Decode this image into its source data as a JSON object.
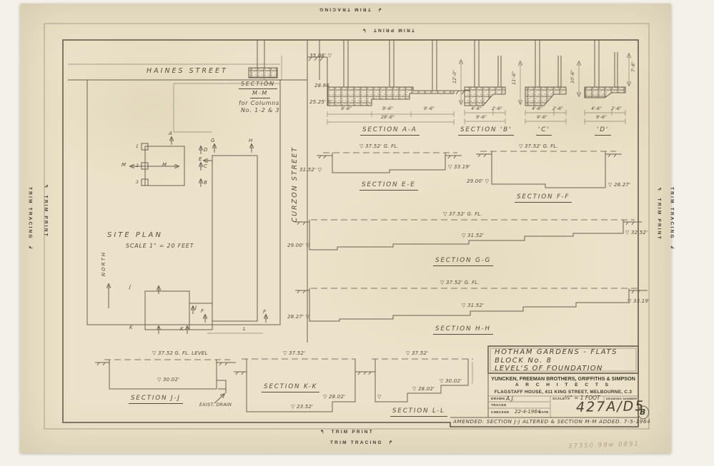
{
  "trim": {
    "tracing": "TRIM TRACING",
    "print": "TRIM PRINT"
  },
  "icons": {
    "arrow_hook_left": "↰",
    "arrow_hook_right": "↱",
    "arrow_hook_down": "↲",
    "arrow_hook_up": "↳"
  },
  "site_plan": {
    "haines_street": "HAINES STREET",
    "curzon_street": "CURZON STREET",
    "title": "SITE PLAN",
    "scale": "SCALE 1\" = 20 FEET",
    "north": "NORTH",
    "section_mm": {
      "l1": "SECTION",
      "l2": "M-M",
      "l3": "for Columns",
      "l4": "No. 1-2 & 3"
    },
    "markers": {
      "a": "A",
      "b": "B",
      "c": "C",
      "d": "D",
      "e": "E",
      "f": "F",
      "g": "G",
      "h": "H",
      "j": "J",
      "k": "K",
      "l": "L",
      "m": "M",
      "c1": "1",
      "c2": "2",
      "c3": "3"
    }
  },
  "sections": {
    "aa": {
      "label": "SECTION A-A",
      "level_top": "35.08' ▽",
      "level_mid": "28.66",
      "level_bot": "25.25' ▽",
      "dim1": "9'-6\"",
      "dim2": "9'-6\"",
      "dim3": "9'-6\"",
      "total": "28'-6\""
    },
    "b": {
      "label": "SECTION 'B'",
      "vdim": "12'-0\"",
      "dim1": "4'-6\"",
      "dim2": "2'-6\"",
      "total": "9'-6\""
    },
    "c": {
      "label": "'C'",
      "vdim": "11'-6\"",
      "dim1": "4'-6\"",
      "dim2": "2'-6\"",
      "total": "9'-6\""
    },
    "d": {
      "label": "'D'",
      "vdim": "10'-6\"",
      "vdim2": "7'-6\"",
      "dim1": "4'-6\"",
      "dim2": "2'-6\"",
      "total": "9'-6\""
    },
    "ee": {
      "label": "SECTION E-E",
      "gfl": "▽ 37.52' G. FL.",
      "left": "31.52' ▽",
      "right": "▽ 33.19'"
    },
    "ff": {
      "label": "SECTION F-F",
      "gfl": "▽ 37.52' G. FL.",
      "left": "29.00' ▽",
      "right": "▽ 28.27'"
    },
    "gg": {
      "label": "SECTION G-G",
      "gfl": "▽ 37.52' G. FL.",
      "mid": "▽ 31.52'",
      "left": "29.00' ▽",
      "right": "▽ 32.52'"
    },
    "hh": {
      "label": "SECTION H-H",
      "gfl": "▽ 37.52' G. FL.",
      "mid": "▽ 31.52'",
      "left": "28.27' ▽",
      "right": "▽ 33.19'"
    },
    "jj": {
      "label": "SECTION J-J",
      "gfl": "▽ 37.52 G. FL. LEVEL",
      "mid": "▽ 30.02'",
      "drain": "EXIST. DRAIN"
    },
    "kk": {
      "label": "SECTION K-K",
      "gfl": "▽ 37.52'",
      "left": "▽ 23.52'",
      "right": "▽ 28.02'"
    },
    "ll": {
      "label": "SECTION L-L",
      "gfl": "▽ 37.52'",
      "marker": "▽",
      "step1": "▽ 28.02'",
      "step2": "▽ 30.02'"
    }
  },
  "title_block": {
    "project_line1": "HOTHAM GARDENS - FLATS",
    "project_line2": "BLOCK No. 8",
    "project_line3": "LEVEL'S OF FOUNDATION",
    "firm": "YUNCKEN, FREEMAN BROTHERS, GRIFFITHS & SIMPSON",
    "firm_type": "A R C H I T E C T S",
    "address": "FLAGSTAFF HOUSE, 411 KING STREET, MELBOURNE, C.3",
    "drawn_label": "DRAWN",
    "drawn_value": "A.J.",
    "traced_label": "TRACED",
    "checked_label": "CHECKED",
    "date_label": "DATE",
    "date_value": "22-4-1964",
    "scale_label": "SCALE",
    "scale_value": "⅛\" = 1 FOOT",
    "drawing_number_label": "DRAWING NUMBER",
    "drawing_number": "427A/D5",
    "revision": "B",
    "amended": "AMENDED: SECTION J-J ALTERED & SECTION M-M ADDED.  7-5-1964"
  },
  "pencil_note": "37350.99w 0891"
}
